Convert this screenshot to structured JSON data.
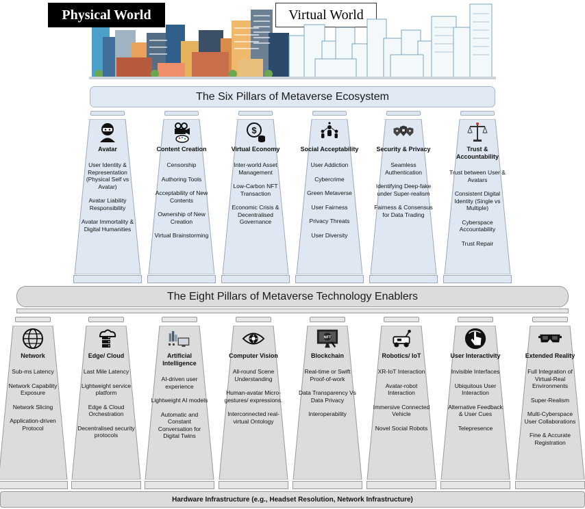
{
  "header": {
    "physical_label": "Physical World",
    "virtual_label": "Virtual World"
  },
  "six_pillars": {
    "title": "The Six Pillars of Metaverse Ecosystem",
    "columns": [
      {
        "icon": "ninja-avatar-icon",
        "title": "Avatar",
        "items": [
          "User Identity & Representation (Physical Self vs Avatar)",
          "Avatar Liability Responsibility",
          "Avatar Immortality & Digital Humanities"
        ]
      },
      {
        "icon": "film-camera-palette-icon",
        "title": "Content Creation",
        "items": [
          "Censorship",
          "Authoring Tools",
          "Acceptability of New Contents",
          "Ownership of New Creation",
          "Virtual Brainstorming"
        ]
      },
      {
        "icon": "dollar-coin-icon",
        "title": "Virtual Economy",
        "items": [
          "Inter-world Asset Management",
          "Low-Carbon NFT Transaction",
          "Economic Crisis & Decentralised Governance"
        ]
      },
      {
        "icon": "people-network-icon",
        "title": "Social Acceptability",
        "items": [
          "User Addiction",
          "Cybercrime",
          "Green Metaverse",
          "User Fairness",
          "Privacy Threats",
          "User Diversity"
        ]
      },
      {
        "icon": "security-shields-icon",
        "title": "Security & Privacy",
        "items": [
          "Seamless Authentication",
          "Identifying Deep-fake under Super-realism",
          "Fairness & Consensus for Data Trading"
        ]
      },
      {
        "icon": "balance-scale-icon",
        "title": "Trust & Accountability",
        "items": [
          "Trust between User & Avatars",
          "Consistent Digital Identity (Single vs Multiple)",
          "Cyberspace Accountability",
          "Trust Repair"
        ]
      }
    ]
  },
  "eight_pillars": {
    "title": "The Eight Pillars of Metaverse Technology Enablers",
    "columns": [
      {
        "icon": "globe-network-icon",
        "title": "Network",
        "items": [
          "Sub-ms Latency",
          "Network Capability Exposure",
          "Network Slicing",
          "Application-driven Protocol"
        ]
      },
      {
        "icon": "cloud-server-icon",
        "title": "Edge/ Cloud",
        "items": [
          "Last Mile Latency",
          "Lightweight service platform",
          "Edge & Cloud Orchestration",
          "Decentralised security protocols"
        ]
      },
      {
        "icon": "ai-chart-monitor-icon",
        "title": "Artificial Intelligence",
        "items": [
          "AI-driven user experience",
          "Lightweight AI models",
          "Automatic and Constant Conversation for Digital Twins"
        ]
      },
      {
        "icon": "eye-gear-icon",
        "title": "Computer Vision",
        "items": [
          "All-round Scene Understanding",
          "Human-avatar Micro-gestures/ expressions.",
          "Interconnected real-virtual Ontology"
        ]
      },
      {
        "icon": "nft-monitor-icon",
        "title": "Blockchain",
        "items": [
          "Real-time or Swift Proof-of-work",
          "Data Transparency Vs Data Privacy",
          "Interoperability"
        ]
      },
      {
        "icon": "robot-rover-icon",
        "title": "Robotics/ IoT",
        "items": [
          "XR-IoT Interaction",
          "Avatar-robot Interaction",
          "Immersive Connected Vehicle",
          "Novel Social Robots"
        ]
      },
      {
        "icon": "touch-hand-icon",
        "title": "User Interactivity",
        "items": [
          "Invisible Interfaces",
          "Ubiquitous User Interaction",
          "Alternative Feedback & User Cues",
          "Telepresence"
        ]
      },
      {
        "icon": "vr-headset-icon",
        "title": "Extended Reality",
        "items": [
          "Full Integration of Virtual-Real Environments",
          "Super-Realism",
          "Multi-Cyberspace User Collaborations",
          "Fine & Accurate Registration"
        ]
      }
    ]
  },
  "hardware": {
    "label": "Hardware Infrastructure (e.g., Headset Resolution, Network Infrastructure)"
  }
}
